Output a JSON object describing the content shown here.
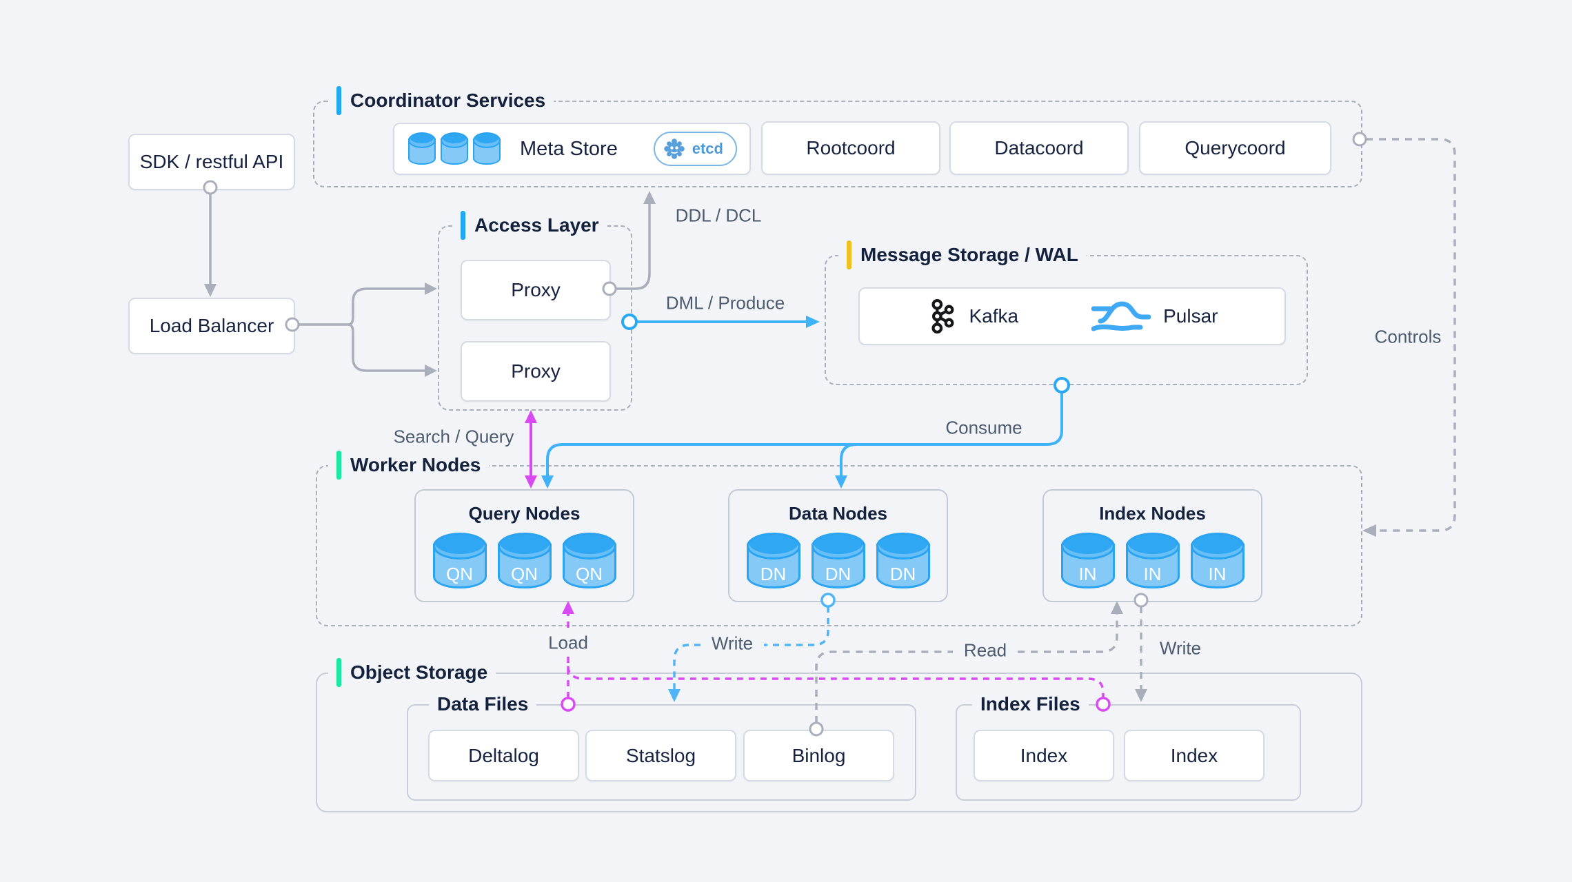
{
  "sections": {
    "coordinator": {
      "title": "Coordinator Services",
      "accent": "#1FA8F4"
    },
    "access": {
      "title": "Access Layer",
      "accent": "#1FA8F4"
    },
    "message": {
      "title": "Message Storage / WAL",
      "accent": "#F0C01E"
    },
    "worker": {
      "title": "Worker Nodes",
      "accent": "#1BE8A3"
    },
    "storage": {
      "title": "Object Storage",
      "accent": "#1BE8A3"
    }
  },
  "nodes": {
    "sdk": {
      "label": "SDK / restful API"
    },
    "load_balancer": {
      "label": "Load Balancer"
    },
    "meta_store": {
      "label": "Meta Store",
      "badge": "etcd"
    },
    "rootcoord": {
      "label": "Rootcoord"
    },
    "datacoord": {
      "label": "Datacoord"
    },
    "querycoord": {
      "label": "Querycoord"
    },
    "proxy1": {
      "label": "Proxy"
    },
    "proxy2": {
      "label": "Proxy"
    },
    "kafka": {
      "label": "Kafka"
    },
    "pulsar": {
      "label": "Pulsar"
    },
    "query_nodes": {
      "title": "Query Nodes",
      "unit": "QN"
    },
    "data_nodes": {
      "title": "Data Nodes",
      "unit": "DN"
    },
    "index_nodes": {
      "title": "Index Nodes",
      "unit": "IN"
    },
    "data_files": {
      "title": "Data Files",
      "items": [
        "Deltalog",
        "Statslog",
        "Binlog"
      ]
    },
    "index_files": {
      "title": "Index Files",
      "items": [
        "Index",
        "Index"
      ]
    }
  },
  "edges": {
    "ddl": "DDL / DCL",
    "dml": "DML / Produce",
    "search": "Search / Query",
    "consume": "Consume",
    "controls": "Controls",
    "load": "Load",
    "write_data": "Write",
    "read": "Read",
    "write_index": "Write"
  },
  "colors": {
    "background": "#F2F4F8",
    "blue": "#3FB3F7",
    "magenta": "#D94BF2",
    "yellow": "#F0C01E",
    "green": "#1BE8A3",
    "gray_line": "#A9AEBA",
    "cylinder_body": "#85C9F6",
    "cylinder_top": "#2FA7F3",
    "title_text": "#14213D",
    "label_text": "#4E5A6E"
  }
}
